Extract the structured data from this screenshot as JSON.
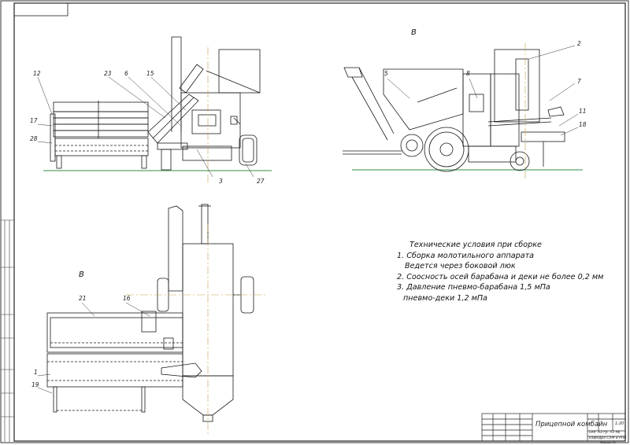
{
  "views": {
    "view_b_top": "B",
    "view_b_bottom": "B"
  },
  "callouts": [
    "12",
    "23",
    "6",
    "15",
    "17",
    "28",
    "3",
    "27",
    "5",
    "8",
    "2",
    "7",
    "11",
    "18",
    "21",
    "16",
    "1",
    "19"
  ],
  "notes": {
    "title": "Технические условия при сборке",
    "lines": [
      "1. Сборка молотильного аппарата",
      "Ведется через боковой люк",
      "2. Соосность осей барабана и деки не более 0,2 мм",
      "3. Давление пневмо-барабана 1,5 мПа",
      "пневмо-деки 1,2 мПа"
    ]
  },
  "title_block": {
    "name": "Прицепной комбайн",
    "scale": "1:20",
    "sheet_info": "ОНГ АЗ гр. 53 пв",
    "org": "кафедра СХМ и РПК",
    "format": "Формат А1"
  },
  "colors": {
    "ground": "#5aa36a",
    "axis": "#c8a040",
    "line": "#1a1a1a",
    "paper": "#ffffff"
  }
}
